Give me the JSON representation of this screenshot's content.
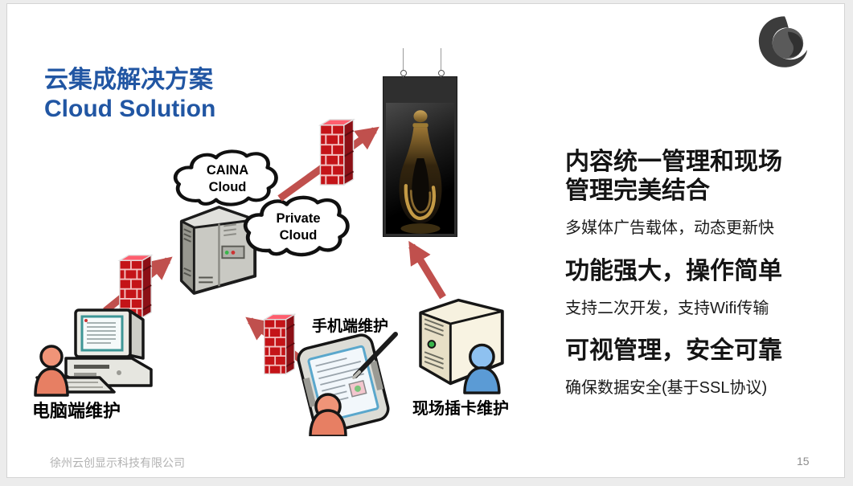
{
  "slide": {
    "title_line1": "云集成解决方案",
    "title_line2": "Cloud Solution",
    "footer_company": "徐州云创显示科技有限公司",
    "page_number": "15"
  },
  "diagram": {
    "cloud_caina": {
      "line1": "CAINA",
      "line2": "Cloud"
    },
    "cloud_private": {
      "line1": "Private",
      "line2": "Cloud"
    },
    "label_pc": "电脑端维护",
    "label_mobile": "手机端维护",
    "label_onsite": "现场插卡维护"
  },
  "features": [
    {
      "heading": "内容统一管理和现场管理完美结合",
      "detail": "多媒体广告载体，动态更新快"
    },
    {
      "heading": "功能强大，操作简单",
      "detail": "支持二次开发，支持Wifi传输"
    },
    {
      "heading": "可视管理，安全可靠",
      "detail": "确保数据安全(基于SSL协议)"
    }
  ],
  "icons": {
    "logo": "cloud-swirl-logo",
    "firewall": "brick-firewall",
    "arrow": "red-arrow"
  },
  "colors": {
    "title_blue": "#2156a3",
    "arrow_red": "#c0504d",
    "firewall_red": "#c41418",
    "person_orange": "#e77f63",
    "person_blue": "#5b9bd5",
    "footer_gray": "#b2b2b2"
  }
}
